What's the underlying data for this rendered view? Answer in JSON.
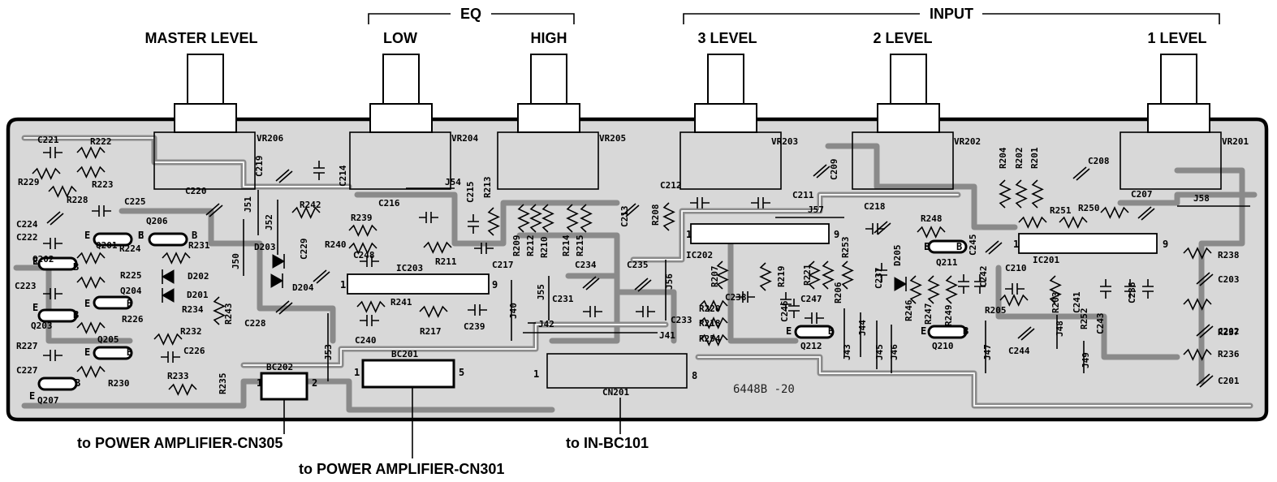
{
  "headers": {
    "master_level": "MASTER LEVEL",
    "eq": "EQ",
    "low": "LOW",
    "high": "HIGH",
    "input": "INPUT",
    "level3": "3 LEVEL",
    "level2": "2 LEVEL",
    "level1": "1 LEVEL"
  },
  "connector_notes": {
    "cn305": "to POWER AMPLIFIER-CN305",
    "cn301": "to POWER AMPLIFIER-CN301",
    "bc101": "to IN-BC101"
  },
  "part_number": "6448B  -20",
  "colors": {
    "board_fill": "#d8d8d8",
    "trace": "#8a8a8a",
    "ink": "#000000"
  },
  "pots": [
    "VR206",
    "VR204",
    "VR205",
    "VR203",
    "VR202",
    "VR201"
  ],
  "ics": [
    "IC203",
    "IC202",
    "IC201"
  ],
  "connectors": [
    "BC202",
    "BC201",
    "CN201"
  ],
  "pins": [
    "1",
    "2",
    "5",
    "8",
    "9"
  ],
  "jumpers": [
    "J40",
    "J41",
    "J42",
    "J43",
    "J44",
    "J45",
    "J46",
    "J47",
    "J48",
    "J49",
    "J50",
    "J51",
    "J52",
    "J53",
    "J54",
    "J55",
    "J56",
    "J57",
    "J58"
  ],
  "transistors": [
    "Q201",
    "Q202",
    "Q203",
    "Q204",
    "Q205",
    "Q206",
    "Q207",
    "Q210",
    "Q211",
    "Q212"
  ],
  "diodes": [
    "D201",
    "D202",
    "D203",
    "D204",
    "D205"
  ],
  "pin_letters": [
    "E",
    "B"
  ],
  "resistors": [
    "R201",
    "R202",
    "R203",
    "R204",
    "R205",
    "R206",
    "R207",
    "R208",
    "R209",
    "R210",
    "R211",
    "R212",
    "R213",
    "R214",
    "R215",
    "R217",
    "R218",
    "R219",
    "R220",
    "R221",
    "R222",
    "R223",
    "R224",
    "R225",
    "R226",
    "R227",
    "R228",
    "R229",
    "R230",
    "R231",
    "R232",
    "R233",
    "R234",
    "R235",
    "R236",
    "R237",
    "R238",
    "R239",
    "R240",
    "R241",
    "R242",
    "R243",
    "R246",
    "R247",
    "R248",
    "R249",
    "R250",
    "R251",
    "R252",
    "R253",
    "R254"
  ],
  "capacitors": [
    "C201",
    "C202",
    "C203",
    "C207",
    "C208",
    "C209",
    "C210",
    "C211",
    "C212",
    "C213",
    "C214",
    "C215",
    "C216",
    "C217",
    "C218",
    "C219",
    "C220",
    "C221",
    "C222",
    "C223",
    "C224",
    "C225",
    "C226",
    "C227",
    "C228",
    "C229",
    "C231",
    "C233",
    "C234",
    "C235",
    "C236",
    "C237",
    "C238",
    "C239",
    "C240",
    "C241",
    "C242",
    "C243",
    "C244",
    "C245",
    "C246",
    "C247",
    "C248"
  ]
}
